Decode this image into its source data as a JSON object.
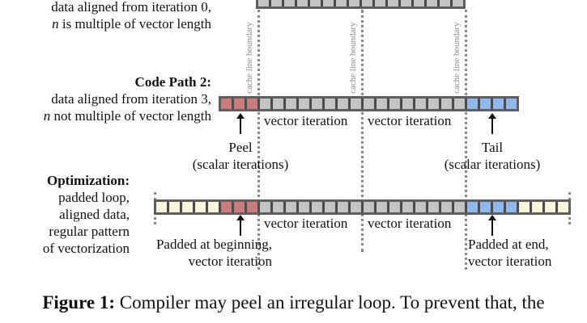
{
  "code_path_1": {
    "desc_line1": "data aligned from iteration 0,",
    "desc_line2_italic": "n",
    "desc_line2_rest": " is multiple of vector length",
    "cells": [
      "gray",
      "gray",
      "gray",
      "gray",
      "gray",
      "gray",
      "gray",
      "gray",
      "gray",
      "gray",
      "gray",
      "gray",
      "gray",
      "gray",
      "gray",
      "gray"
    ]
  },
  "code_path_2": {
    "title": "Code Path 2:",
    "desc_line1": "data aligned from iteration 3,",
    "desc_line2_italic": "n",
    "desc_line2_rest": " not multiple of vector length",
    "cells": [
      "red",
      "red",
      "red",
      "gray",
      "gray",
      "gray",
      "gray",
      "gray",
      "gray",
      "gray",
      "gray",
      "gray",
      "gray",
      "gray",
      "gray",
      "gray",
      "gray",
      "gray",
      "gray",
      "blue",
      "blue",
      "blue",
      "blue"
    ],
    "segment_labels": [
      "vector iteration",
      "vector iteration"
    ],
    "peel_label": "Peel",
    "peel_sub": "(scalar iterations)",
    "tail_label": "Tail",
    "tail_sub": "(scalar iterations)"
  },
  "optimization": {
    "title": "Optimization:",
    "desc_lines": [
      "padded loop,",
      "aligned data,",
      "regular pattern",
      "of vectorization"
    ],
    "cells": [
      "yellow",
      "yellow",
      "yellow",
      "yellow",
      "yellow",
      "red",
      "red",
      "red",
      "gray",
      "gray",
      "gray",
      "gray",
      "gray",
      "gray",
      "gray",
      "gray",
      "gray",
      "gray",
      "gray",
      "gray",
      "gray",
      "gray",
      "gray",
      "gray",
      "blue",
      "blue",
      "blue",
      "blue",
      "yellow",
      "yellow",
      "yellow",
      "yellow"
    ],
    "segment_labels": [
      "vector iteration",
      "vector iteration"
    ],
    "padded_begin_line1": "Padded at beginning,",
    "padded_begin_line2": "vector iteration",
    "padded_end_line1": "Padded at end,",
    "padded_end_line2": "vector iteration"
  },
  "cache_line_label": "cache line boundary",
  "colors": {
    "gray": "#c4c4c4",
    "red": "#c87c7e",
    "blue": "#8fb8ef",
    "yellow": "#f7f9d8"
  },
  "caption": {
    "label": "Figure 1:",
    "text": " Compiler may peel an irregular loop. To prevent that, the"
  }
}
